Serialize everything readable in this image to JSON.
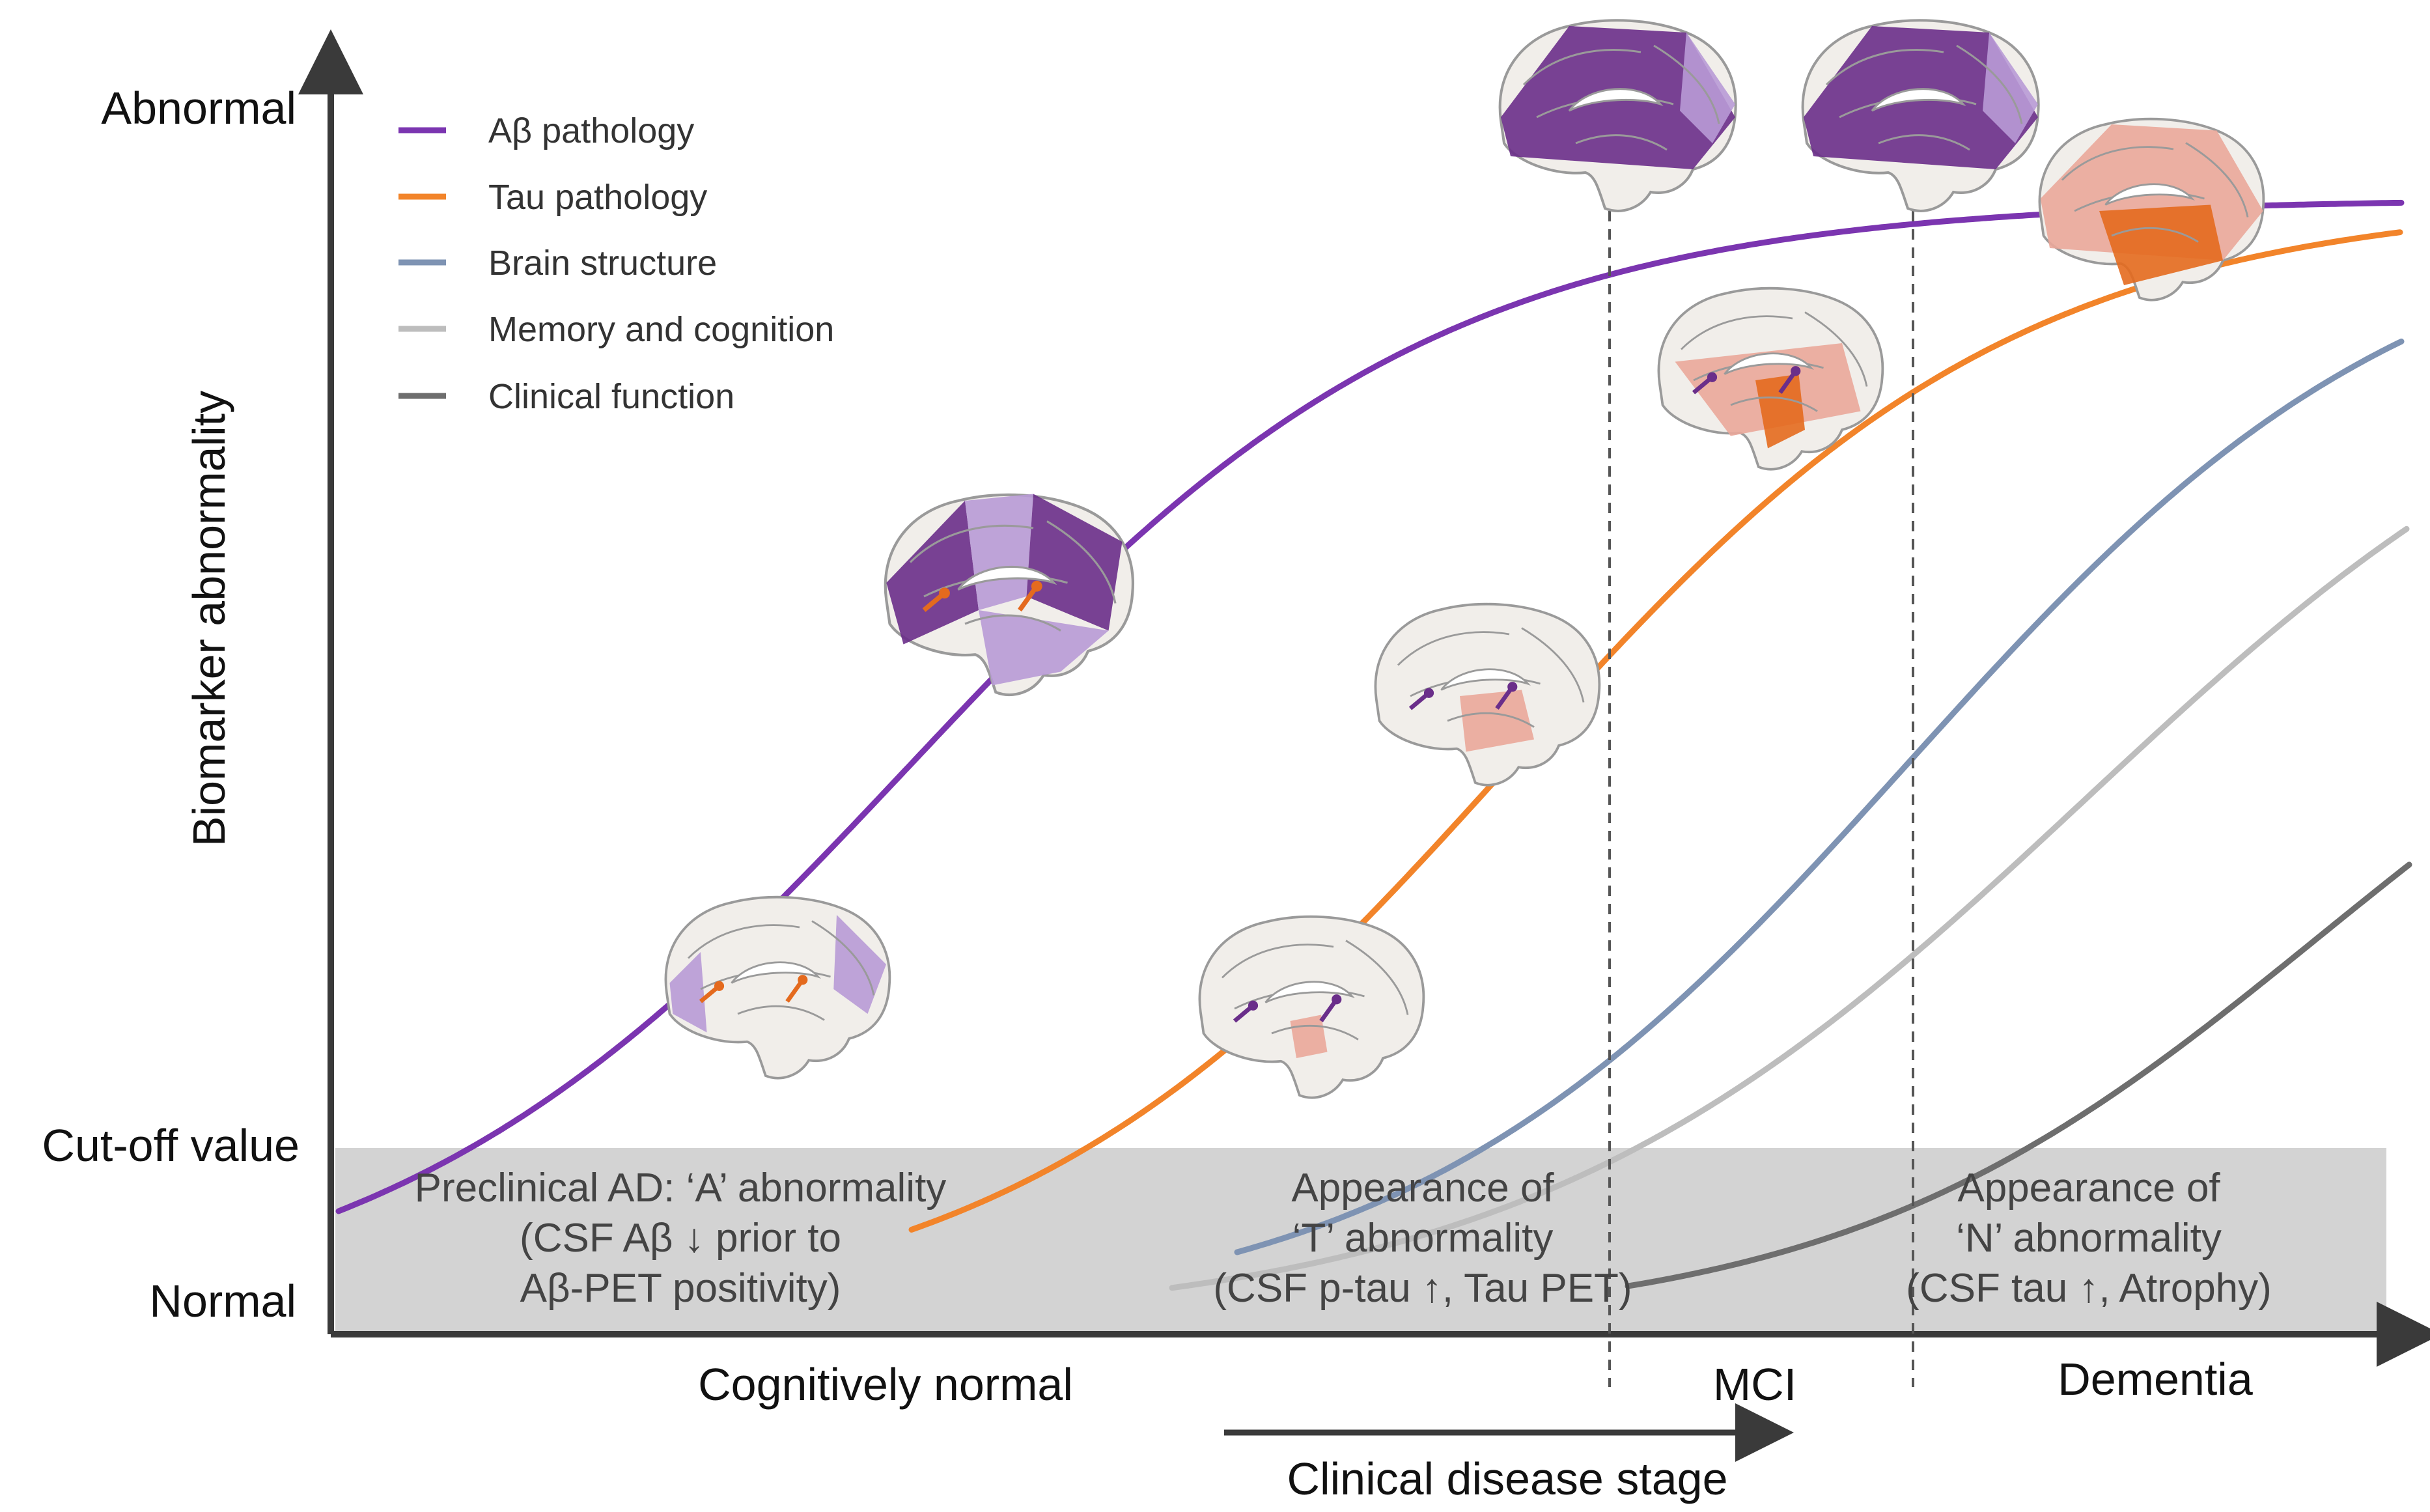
{
  "y_axis": {
    "title": "Biomarker abnormality",
    "top_label": "Abnormal",
    "cutoff_label": "Cut-off value",
    "bottom_label": "Normal"
  },
  "legend": [
    {
      "label": "Aβ pathology",
      "color": "#7B35B0"
    },
    {
      "label": "Tau pathology",
      "color": "#F2842A"
    },
    {
      "label": "Brain structure",
      "color": "#7E93B3"
    },
    {
      "label": "Memory and cognition",
      "color": "#BDBDBD"
    },
    {
      "label": "Clinical function",
      "color": "#6E6E6E"
    }
  ],
  "band_annotations": [
    {
      "lines": [
        "Preclinical AD: ‘A’ abnormality",
        "(CSF Aβ ↓ prior to",
        "Aβ-PET positivity)"
      ]
    },
    {
      "lines": [
        "Appearance of",
        "‘T’ abnormality",
        "(CSF p-tau ↑, Tau PET)"
      ]
    },
    {
      "lines": [
        "Appearance of",
        "‘N’ abnormality",
        "(CSF tau ↑, Atrophy)"
      ]
    }
  ],
  "stages": [
    "Cognitively normal",
    "MCI",
    "Dementia"
  ],
  "x_axis": {
    "title": "Clinical disease stage"
  },
  "colors": {
    "band": "#D3D3D3",
    "axis": "#3A3A3A",
    "brain_base": "#F1EEEA",
    "brain_line": "#9A9A9A",
    "amyloid_light": "#B89AD6",
    "amyloid_dark": "#6A2E8A",
    "tau_light": "#EAA79A",
    "tau_dark": "#E46A1E"
  },
  "icons": [
    "brain-icon-amyloid-early",
    "brain-icon-amyloid-mid",
    "brain-icon-amyloid-late",
    "brain-icon-amyloid-late-2",
    "brain-icon-tau-early",
    "brain-icon-tau-mid",
    "brain-icon-tau-late",
    "brain-icon-tau-final"
  ],
  "chart_data": {
    "type": "line",
    "xlabel": "Clinical disease stage",
    "ylabel": "Biomarker abnormality",
    "series": [
      {
        "name": "Aβ pathology"
      },
      {
        "name": "Tau pathology"
      },
      {
        "name": "Brain structure"
      },
      {
        "name": "Memory and cognition"
      },
      {
        "name": "Clinical function"
      }
    ]
  }
}
